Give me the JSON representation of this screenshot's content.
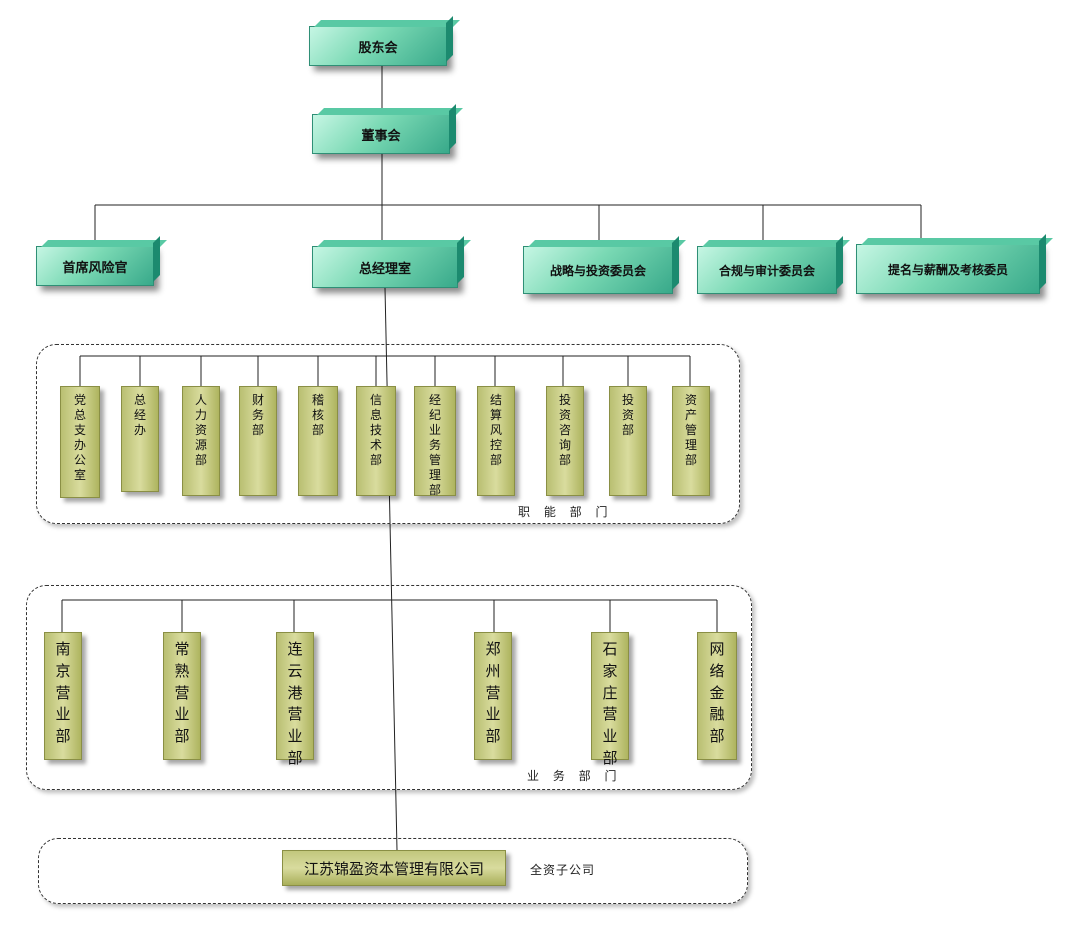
{
  "top": {
    "shareholders": "股东会",
    "board": "董事会"
  },
  "level2": [
    {
      "key": "cro",
      "label": "首席风险官"
    },
    {
      "key": "gm",
      "label": "总经理室"
    },
    {
      "key": "strategy",
      "label": "战略与投资委员会"
    },
    {
      "key": "compliance",
      "label": "合规与审计委员会"
    },
    {
      "key": "nomination",
      "label": "提名与薪酬及考核委员"
    }
  ],
  "functional": {
    "label": "职 能 部 门",
    "departments": [
      "党总支办公室",
      "总经办",
      "人力资源部",
      "财务部",
      "稽核部",
      "信息技术部",
      "经纪业务管理部",
      "结算风控部",
      "投资咨询部",
      "投资部",
      "资产管理部"
    ]
  },
  "business": {
    "label": "业 务 部 门",
    "departments": [
      "南京营业部",
      "常熟营业部",
      "连云港营业部",
      "郑州营业部",
      "石家庄营业部",
      "网络金融部"
    ]
  },
  "subsidiary": {
    "name": "江苏锦盈资本管理有限公司",
    "label": "全资子公司"
  },
  "colors": {
    "teal_box": "#7ad9b4",
    "olive_box": "#c8cc85",
    "line": "#222222"
  }
}
